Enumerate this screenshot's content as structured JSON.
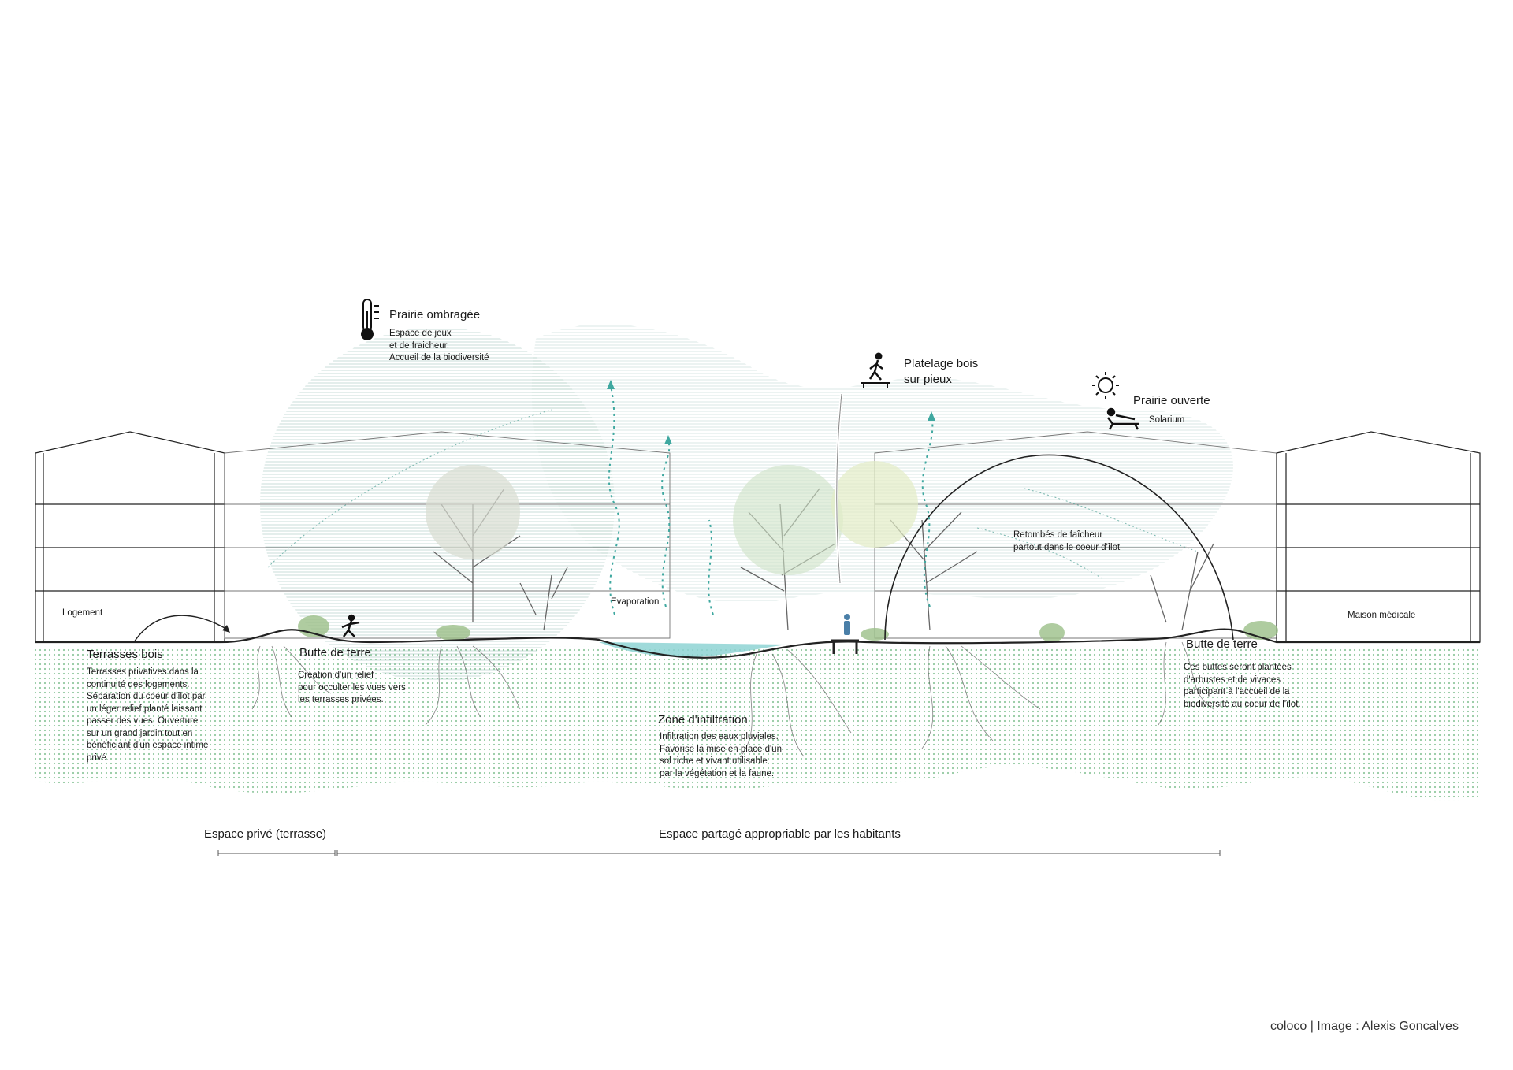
{
  "colors": {
    "green": "#7fbf8f",
    "teal": "#5fb8b0",
    "water": "#8ed3d3",
    "line": "#222222",
    "sky": "#c9dfd8"
  },
  "labels": {
    "prairie_ombragee": {
      "title": "Prairie ombragée",
      "desc": "Espace de jeux\net de fraicheur.\nAccueil de la biodiversité",
      "icon": "thermometer-icon"
    },
    "platelage": {
      "title": "Platelage bois\nsur pieux",
      "icon": "walking-person-icon"
    },
    "prairie_ouverte": {
      "title": "Prairie ouverte",
      "sub": "Solarium",
      "icons": [
        "sun-icon",
        "sunbather-icon"
      ]
    },
    "retombes": "Retombés de faîcheur\npartout dans le coeur d'îlot",
    "evaporation": "Evaporation",
    "logement": "Logement",
    "maison_medicale": "Maison médicale",
    "terrasses_bois": {
      "title": "Terrasses bois",
      "desc": "Terrasses privatives dans la\ncontinuité des logements.\nSéparation du coeur d'îlot par\nun léger relief planté laissant\npasser des vues. Ouverture\nsur un grand jardin tout en\nbénéficiant d'un espace intime\nprivé."
    },
    "butte_left": {
      "title": "Butte de terre",
      "desc": "Création d'un relief\npour occulter les vues vers\nles terrasses privées."
    },
    "zone_infiltration": {
      "title": "Zone d'infiltration",
      "desc": "Infiltration des eaux pluviales.\nFavorise la mise en place d'un\nsol riche et vivant utilisable\npar la végétation et la faune."
    },
    "butte_right": {
      "title": "Butte de terre",
      "desc": "Ces buttes seront plantées\nd'arbustes et de vivaces\nparticipant à l'accueil de la\nbiodiversité au coeur de l'îlot."
    }
  },
  "ranges": {
    "prive": "Espace privé (terrasse)",
    "partage": "Espace partagé appropriable par les habitants"
  },
  "credit": "coloco | Image : Alexis Goncalves"
}
